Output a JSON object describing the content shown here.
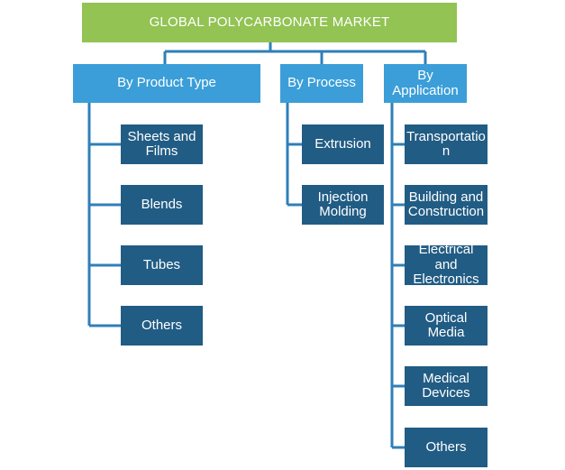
{
  "title": "GLOBAL POLYCARBONATE MARKET",
  "categories": [
    {
      "label": "By Product Type",
      "items": [
        "Sheets and Films",
        "Blends",
        "Tubes",
        "Others"
      ]
    },
    {
      "label": "By Process",
      "items": [
        "Extrusion",
        "Injection Molding"
      ]
    },
    {
      "label": "By Application",
      "items": [
        "Transportation",
        "Building and Construction",
        "Electrical and Electronics",
        "Optical Media",
        "Medical Devices",
        "Others"
      ]
    }
  ],
  "colors": {
    "root": "#92c353",
    "category": "#3b9ed8",
    "leaf": "#215c84",
    "connector": "#2f7fb8"
  }
}
